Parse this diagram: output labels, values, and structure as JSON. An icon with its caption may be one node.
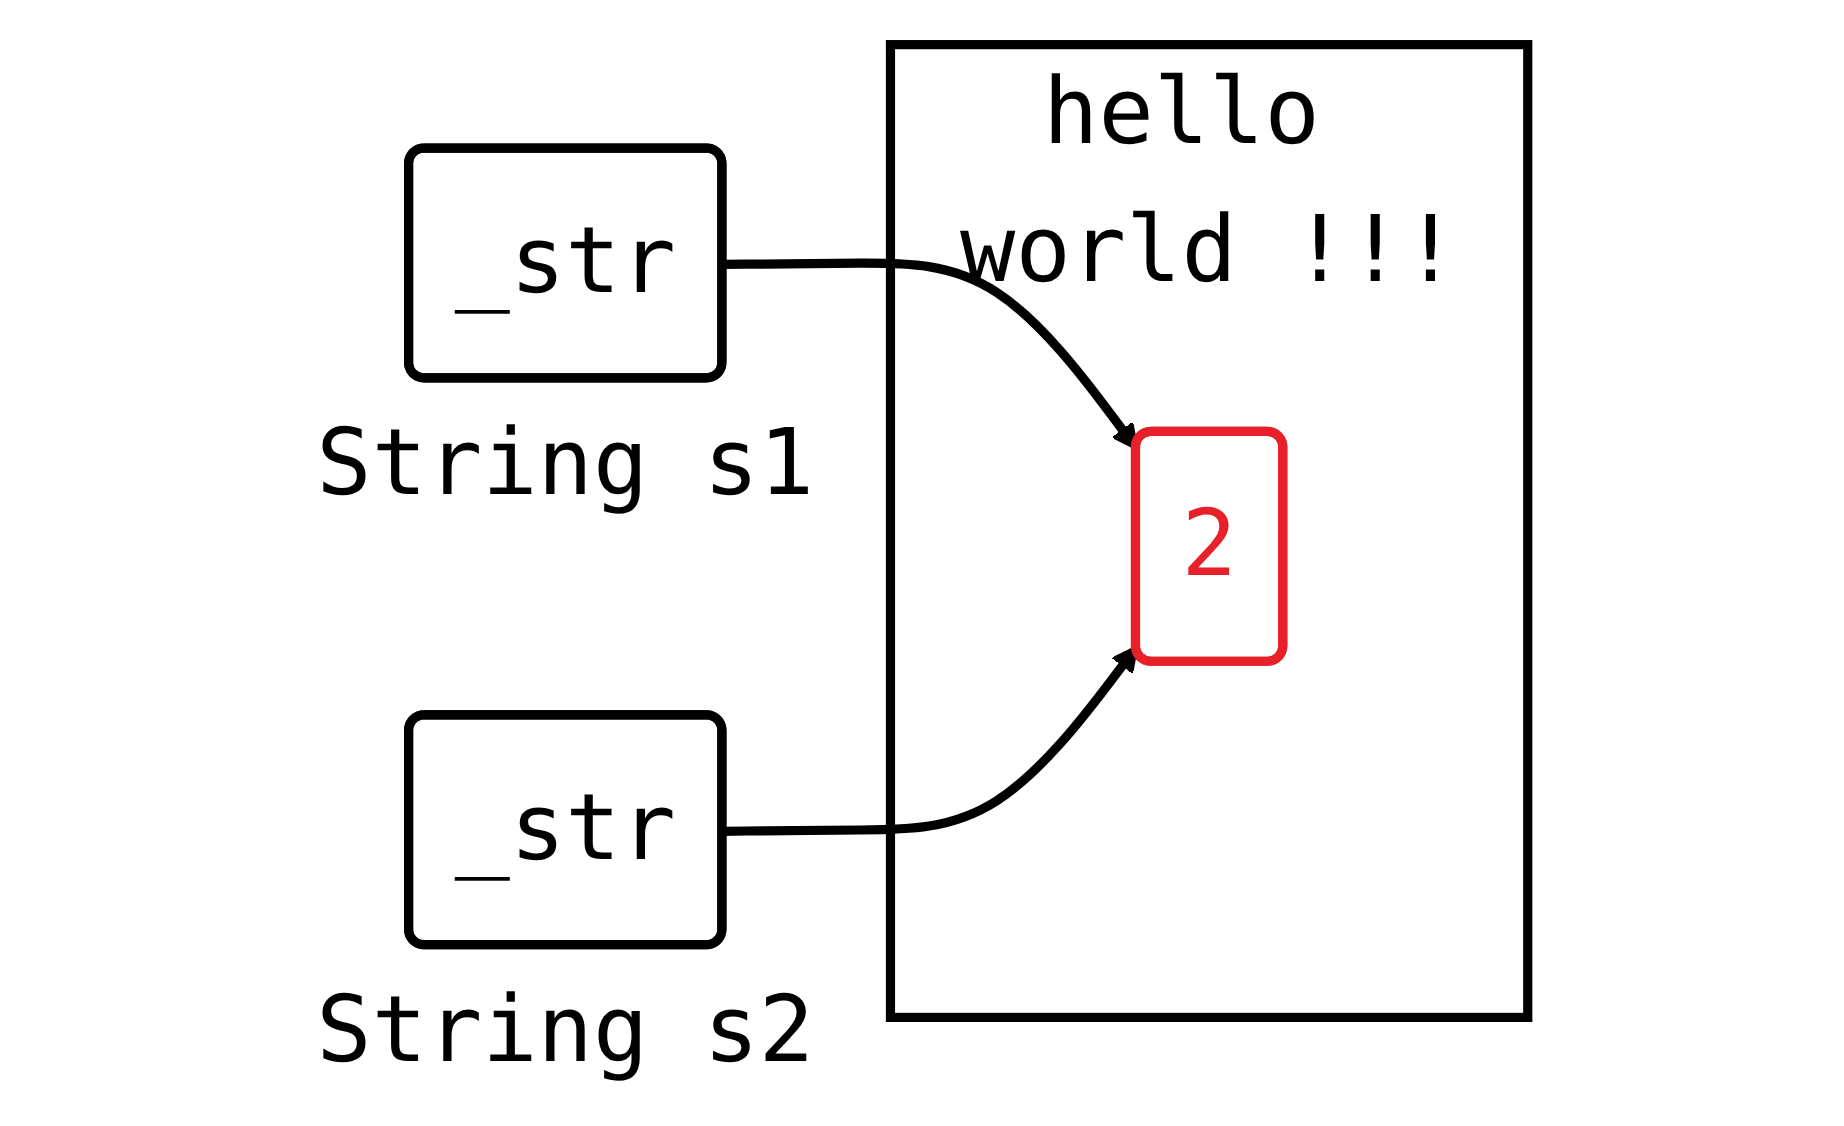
{
  "diagram": {
    "nodes": [
      {
        "text": [
          "hello world !!!"
        ]
      },
      {
        "text": [
          "2"
        ],
        "in": 0
      },
      {
        "text": [
          "_str"
        ],
        "beside": [
          "String s1"
        ]
      },
      {
        "text": [
          "_str"
        ],
        "beside": [
          "String s2"
        ]
      }
    ],
    "edges": [
      {
        "from": 2,
        "to": 1,
        "arrow": "to"
      },
      {
        "from": 3,
        "to": 1,
        "arrow": "to"
      }
    ]
  }
}
